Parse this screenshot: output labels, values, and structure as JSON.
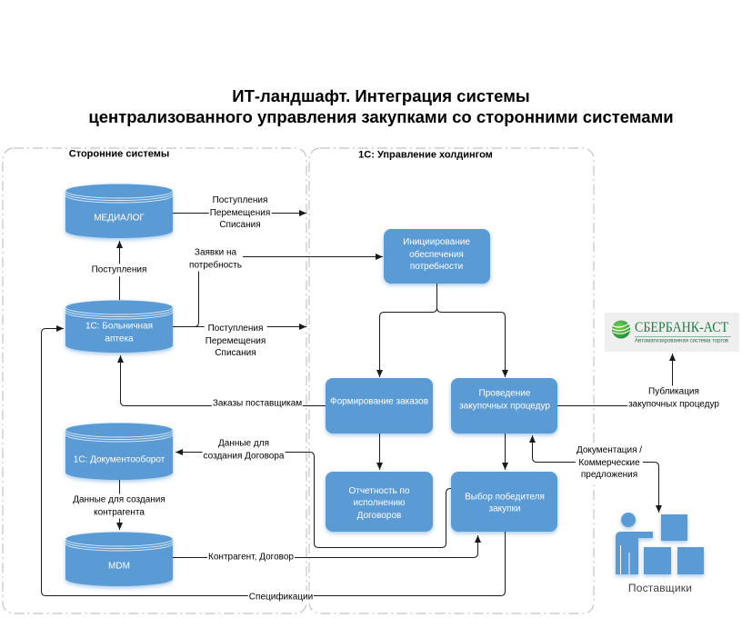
{
  "title": {
    "line1": "ИТ-ландшафт. Интеграция системы",
    "line2": "централизованного управления закупками со сторонними системами"
  },
  "zones": {
    "external_systems": "Сторонние системы",
    "holding": "1С: Управление холдингом"
  },
  "nodes": {
    "medialog": {
      "label": "МЕДИАЛОГ",
      "zone": "external_systems",
      "shape": "database"
    },
    "pharmacy": {
      "label": "1С: Больничная\nаптека",
      "zone": "external_systems",
      "shape": "database"
    },
    "docflow": {
      "label": "1С: Документооборот",
      "zone": "external_systems",
      "shape": "database"
    },
    "mdm": {
      "label": "MDM",
      "zone": "external_systems",
      "shape": "database"
    },
    "initiation": {
      "label": "Инициирование\nобеспечения\nпотребности",
      "zone": "holding",
      "shape": "process"
    },
    "orders": {
      "label": "Формирование заказов",
      "zone": "holding",
      "shape": "process"
    },
    "procurement": {
      "label": "Проведение\nзакупочных процедур",
      "zone": "holding",
      "shape": "process"
    },
    "reporting": {
      "label": "Отчетность по\nисполнению\nДоговоров",
      "zone": "holding",
      "shape": "process"
    },
    "winner": {
      "label": "Выбор победителя\nзакупки",
      "zone": "holding",
      "shape": "process"
    },
    "sberbank": {
      "name": "СБЕРБАНК-АСТ",
      "tagline": "Автоматизированная система торгов",
      "icon": "sberbank-emblem-icon"
    },
    "suppliers": {
      "label": "Поставщики",
      "icon": "person-with-boxes-icon"
    }
  },
  "flows": [
    {
      "from": "medialog",
      "to": "holding",
      "label": "Поступления\nПеремещения\nСписания"
    },
    {
      "from": "pharmacy",
      "to": "medialog",
      "label": "Поступления"
    },
    {
      "from": "pharmacy",
      "to": "initiation",
      "label": "Заявки на\nпотребность"
    },
    {
      "from": "pharmacy",
      "to": "holding",
      "label": "Поступления\nПеремещения\nСписания"
    },
    {
      "from": "orders",
      "to": "pharmacy",
      "label": "Заказы поставщикам"
    },
    {
      "from": "initiation",
      "to": "orders"
    },
    {
      "from": "initiation",
      "to": "procurement"
    },
    {
      "from": "orders",
      "to": "reporting"
    },
    {
      "from": "procurement",
      "to": "winner"
    },
    {
      "from": "procurement",
      "to": "sberbank",
      "label": "Публикация\nзакупочных процедур"
    },
    {
      "from": "procurement",
      "to": "suppliers",
      "label": "Документация /\nКоммерческие\nпредложения",
      "bidirectional": true
    },
    {
      "from": "winner",
      "to": "docflow",
      "label": "Данные для\nсоздания Договора"
    },
    {
      "from": "mdm",
      "to": "winner",
      "label": "Контрагент, Договор"
    },
    {
      "from": "winner",
      "to": "pharmacy",
      "label": "Спецификации"
    },
    {
      "from": "docflow",
      "to": "mdm",
      "label": "Данные для создания\nконтрагента"
    }
  ],
  "colors": {
    "shape_fill": "#5B9BD5",
    "connector": "#1A1A1A",
    "zone_border": "#C4C4C4",
    "brand_green": "#1D7B42",
    "supplier_label": "#404040",
    "background": "#FFFFFF"
  }
}
